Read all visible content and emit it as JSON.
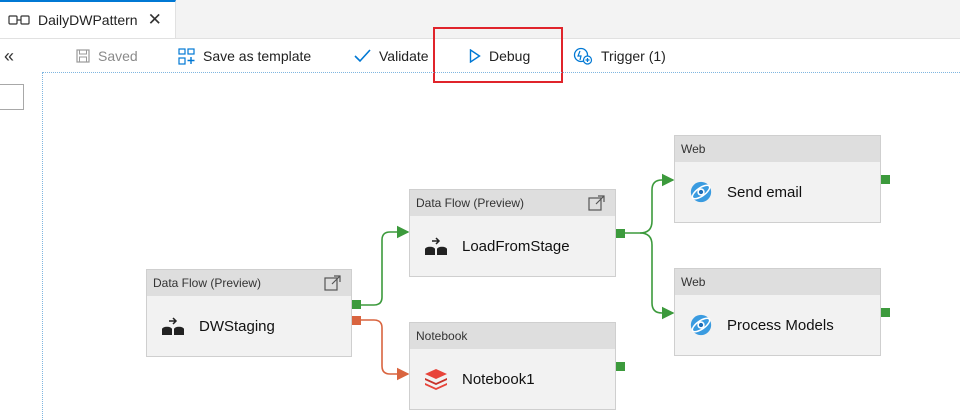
{
  "tab": {
    "title": "DailyDWPattern"
  },
  "toolbar": {
    "saved_label": "Saved",
    "save_template_label": "Save as template",
    "validate_label": "Validate",
    "debug_label": "Debug",
    "trigger_label": "Trigger (1)"
  },
  "sidebar": {
    "collapse_glyph": "«"
  },
  "activities": {
    "dwstaging": {
      "type": "Data Flow (Preview)",
      "name": "DWStaging"
    },
    "loadfromstage": {
      "type": "Data Flow (Preview)",
      "name": "LoadFromStage"
    },
    "notebook": {
      "type": "Notebook",
      "name": "Notebook1"
    },
    "sendemail": {
      "type": "Web",
      "name": "Send email"
    },
    "processmodels": {
      "type": "Web",
      "name": "Process Models"
    }
  },
  "colors": {
    "success": "#3c9a3c",
    "failure": "#d9643f",
    "accent": "#0078d4",
    "highlight": "#e0242b"
  }
}
